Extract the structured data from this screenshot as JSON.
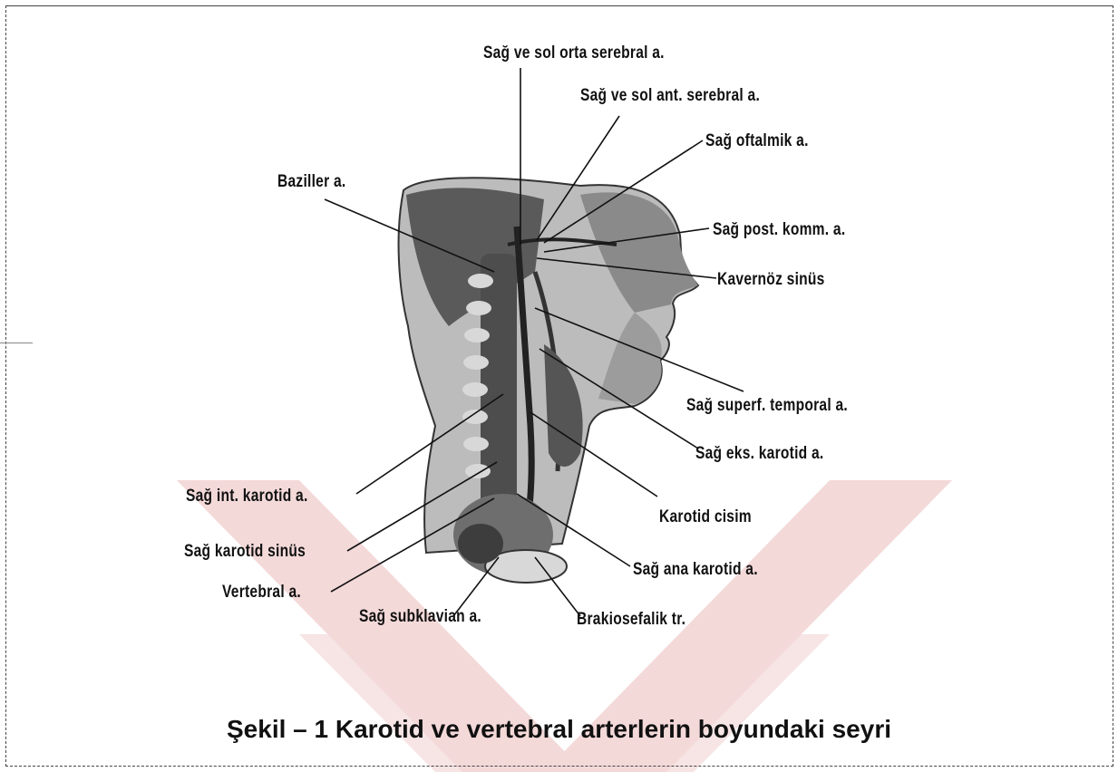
{
  "figure": {
    "caption": "Şekil – 1 Karotid ve vertebral arterlerin boyundaki seyri",
    "labels": {
      "orta_serebral": "Sağ ve sol orta serebral a.",
      "ant_serebral": "Sağ ve sol ant. serebral a.",
      "oftalmik": "Sağ oftalmik a.",
      "baziller": "Baziller a.",
      "post_komm": "Sağ post. komm. a.",
      "kavernoz": "Kavernöz sinüs",
      "superf_temporal": "Sağ superf. temporal a.",
      "eks_karotid": "Sağ eks. karotid a.",
      "int_karotid": "Sağ int. karotid a.",
      "karotid_cisim": "Karotid cisim",
      "karotid_sinus": "Sağ karotid sinüs",
      "ana_karotid": "Sağ ana karotid a.",
      "vertebral": "Vertebral a.",
      "subklavian": "Sağ subklavian a.",
      "brakiosefalik": "Brakiosefalik tr."
    },
    "colors": {
      "watermark": "#f4d9d9",
      "ink": "#111111"
    }
  }
}
